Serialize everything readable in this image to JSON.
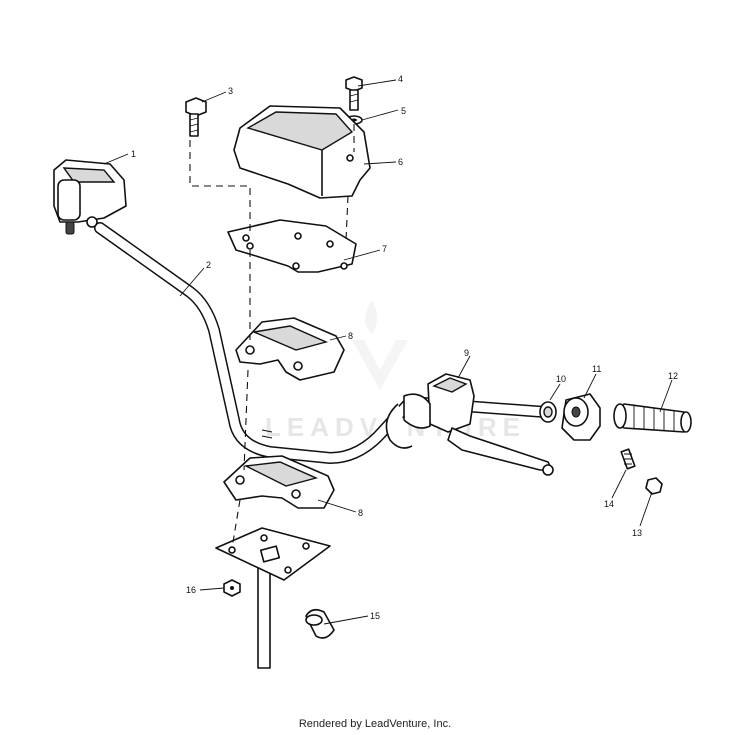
{
  "callouts": [
    "1",
    "2",
    "3",
    "4",
    "5",
    "6",
    "7",
    "8",
    "8",
    "9",
    "10",
    "11",
    "12",
    "13",
    "14",
    "15",
    "16"
  ],
  "watermark": "LEADVENTURE",
  "footer": "Rendered by LeadVenture, Inc."
}
